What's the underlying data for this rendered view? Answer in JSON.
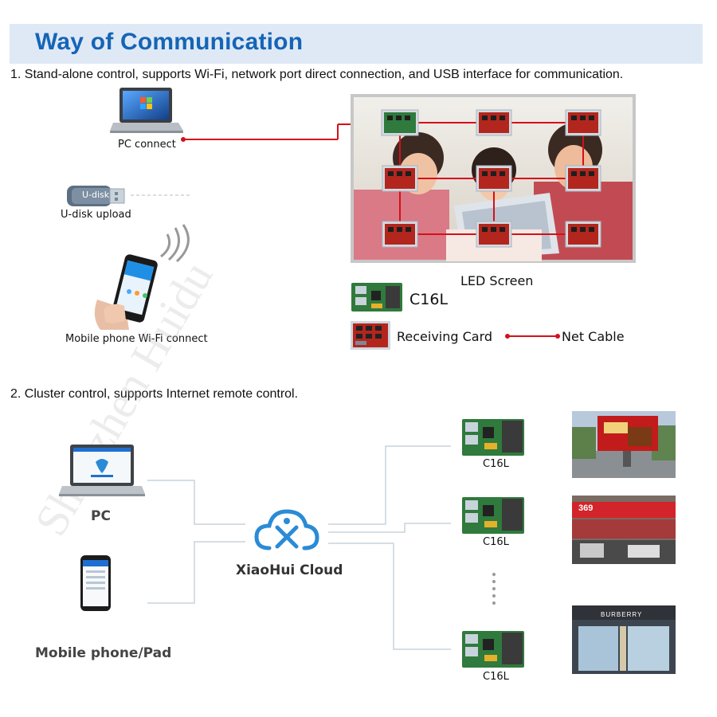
{
  "header": {
    "title": "Way of Communication"
  },
  "section1": {
    "text": "1. Stand-alone control, supports Wi-Fi, network port direct connection, and USB interface for communication.",
    "pc_label": "PC connect",
    "udisk_label": "U-disk upload",
    "udisk_stick_text": "U-disk",
    "mobile_label": "Mobile phone Wi-Fi connect",
    "screen_label": "LED Screen",
    "legend": {
      "c16l": "C16L",
      "receiving_card": "Receiving Card",
      "net_cable": "Net Cable"
    }
  },
  "section2": {
    "text": "2. Cluster control, supports Internet remote control.",
    "pc_label": "PC",
    "mobile_label": "Mobile phone/Pad",
    "cloud_label": "XiaoHui Cloud",
    "controllers": [
      "C16L",
      "C16L",
      "C16L"
    ],
    "photo_texts": {
      "storefront": "BURBERRY",
      "billboard_sign": "369"
    }
  },
  "watermark": "Shenzhen Huidu",
  "colors": {
    "accent": "#1565b6",
    "banner_bg": "#dfe9f6",
    "net_cable": "#d4101a",
    "connector_gray": "#c9d3dc",
    "board_green": "#2f7a3c",
    "card_red": "#b3261e",
    "cloud_blue": "#2a8bd6"
  },
  "icons": {
    "laptop": "laptop-icon",
    "udisk": "usb-stick-icon",
    "phone": "smartphone-icon",
    "wifi": "wifi-waves-icon",
    "cloud": "cloud-icon",
    "controller": "controller-board-icon",
    "receiving": "receiving-card-icon"
  }
}
